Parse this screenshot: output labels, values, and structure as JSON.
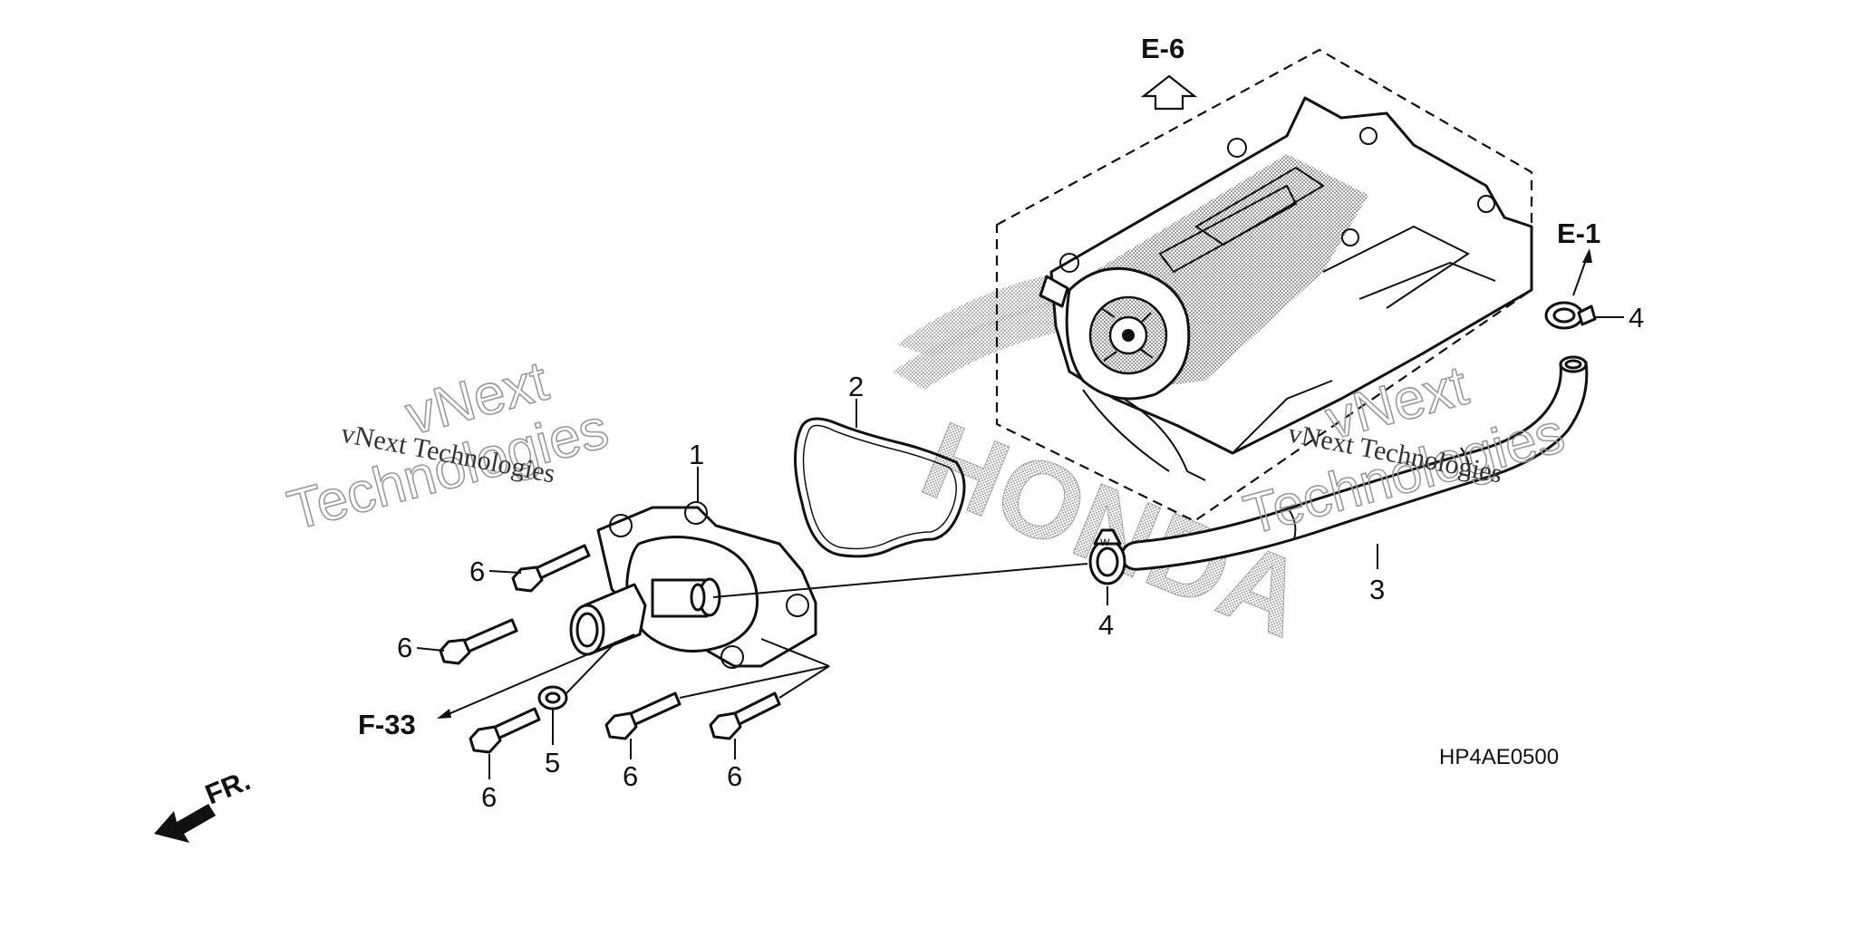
{
  "diagram": {
    "code": "HP4AE0500",
    "refs": {
      "e6": "E-6",
      "e1": "E-1",
      "f33": "F-33"
    },
    "front_label": "FR.",
    "logo_text": "HONDA",
    "watermark": {
      "line1": "vNext",
      "line2": "Technologies",
      "serif_text": "vNext Technologies"
    },
    "callouts": [
      {
        "id": "c1",
        "text": "1"
      },
      {
        "id": "c2",
        "text": "2"
      },
      {
        "id": "c3",
        "text": "3"
      },
      {
        "id": "c4a",
        "text": "4"
      },
      {
        "id": "c4b",
        "text": "4"
      },
      {
        "id": "c5",
        "text": "5"
      },
      {
        "id": "c6a",
        "text": "6"
      },
      {
        "id": "c6b",
        "text": "6"
      },
      {
        "id": "c6c",
        "text": "6"
      },
      {
        "id": "c6d",
        "text": "6"
      },
      {
        "id": "c6e",
        "text": "6"
      }
    ]
  }
}
